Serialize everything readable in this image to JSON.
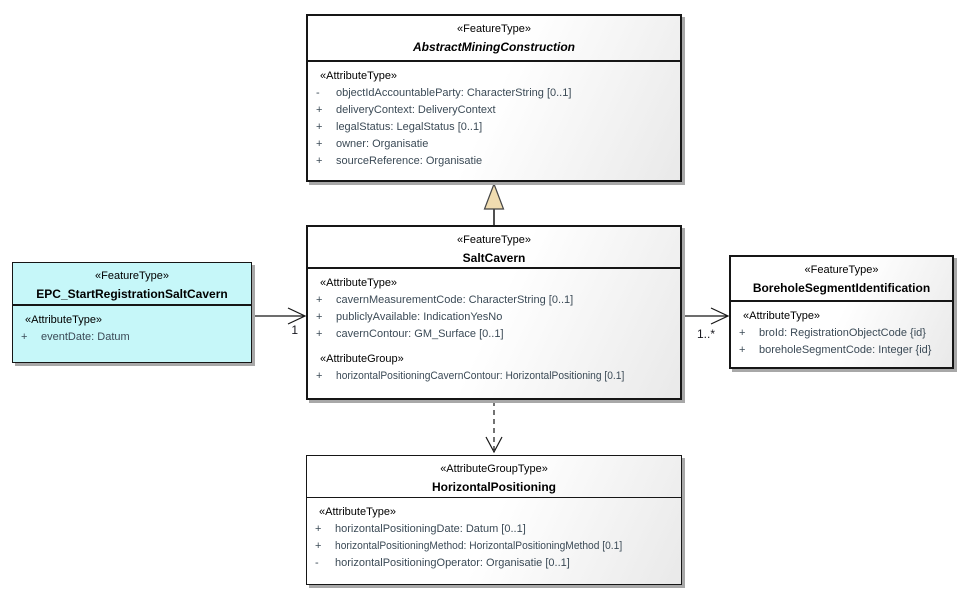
{
  "diagram": {
    "classes": [
      {
        "stereotype": "«FeatureType»",
        "name": "AbstractMiningConstruction",
        "sections": [
          {
            "heading": "«AttributeType»",
            "rows": [
              {
                "vis": "-",
                "text": "objectIdAccountableParty: CharacterString [0..1]"
              },
              {
                "vis": "+",
                "text": "deliveryContext: DeliveryContext"
              },
              {
                "vis": "+",
                "text": "legalStatus: LegalStatus [0..1]"
              },
              {
                "vis": "+",
                "text": "owner: Organisatie"
              },
              {
                "vis": "+",
                "text": "sourceReference: Organisatie"
              }
            ]
          }
        ]
      },
      {
        "stereotype": "«FeatureType»",
        "name": "SaltCavern",
        "sections": [
          {
            "heading": "«AttributeType»",
            "rows": [
              {
                "vis": "+",
                "text": "cavernMeasurementCode: CharacterString [0..1]"
              },
              {
                "vis": "+",
                "text": "publiclyAvailable: IndicationYesNo"
              },
              {
                "vis": "+",
                "text": "cavernContour: GM_Surface [0..1]"
              }
            ]
          },
          {
            "heading": "«AttributeGroup»",
            "rows": [
              {
                "vis": "+",
                "text": "horizontalPositioningCavernContour: HorizontalPositioning [0.1]"
              }
            ]
          }
        ]
      },
      {
        "stereotype": "«FeatureType»",
        "name": "EPC_StartRegistrationSaltCavern",
        "sections": [
          {
            "heading": "«AttributeType»",
            "rows": [
              {
                "vis": "+",
                "text": "eventDate: Datum"
              }
            ]
          }
        ]
      },
      {
        "stereotype": "«FeatureType»",
        "name": "BoreholeSegmentIdentification",
        "sections": [
          {
            "heading": "«AttributeType»",
            "rows": [
              {
                "vis": "+",
                "text": "broId: RegistrationObjectCode {id}"
              },
              {
                "vis": "+",
                "text": "boreholeSegmentCode: Integer {id}"
              }
            ]
          }
        ]
      },
      {
        "stereotype": "«AttributeGroupType»",
        "name": "HorizontalPositioning",
        "sections": [
          {
            "heading": "«AttributeType»",
            "rows": [
              {
                "vis": "+",
                "text": "horizontalPositioningDate: Datum [0..1]"
              },
              {
                "vis": "+",
                "text": "horizontalPositioningMethod: HorizontalPositioningMethod [0.1]"
              },
              {
                "vis": "-",
                "text": "horizontalPositioningOperator: Organisatie [0..1]"
              }
            ]
          }
        ]
      }
    ],
    "connectors": {
      "left_association": {
        "multiplicity": "1"
      },
      "right_association": {
        "multiplicity": "1..*"
      }
    },
    "colors": {
      "node_fill_start": "#ffffff",
      "node_fill_end": "#e9e9e9",
      "epc_fill": "#c6f7f9",
      "border": "#161616",
      "shadow": "#a8a8a8",
      "attribute_text": "#3b4a56",
      "generalization_fill": "#f0dcb0"
    }
  }
}
